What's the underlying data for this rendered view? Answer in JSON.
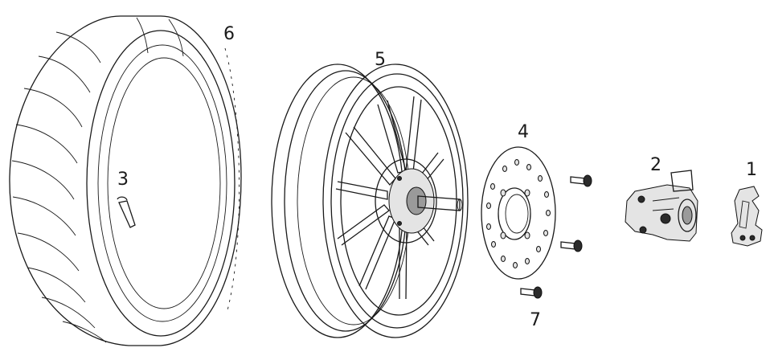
{
  "callouts": {
    "one": "1",
    "two": "2",
    "three": "3",
    "four": "4",
    "five": "5",
    "six": "6",
    "seven": "7"
  },
  "colors": {
    "line": "#1a1a1a",
    "background": "#ffffff"
  }
}
